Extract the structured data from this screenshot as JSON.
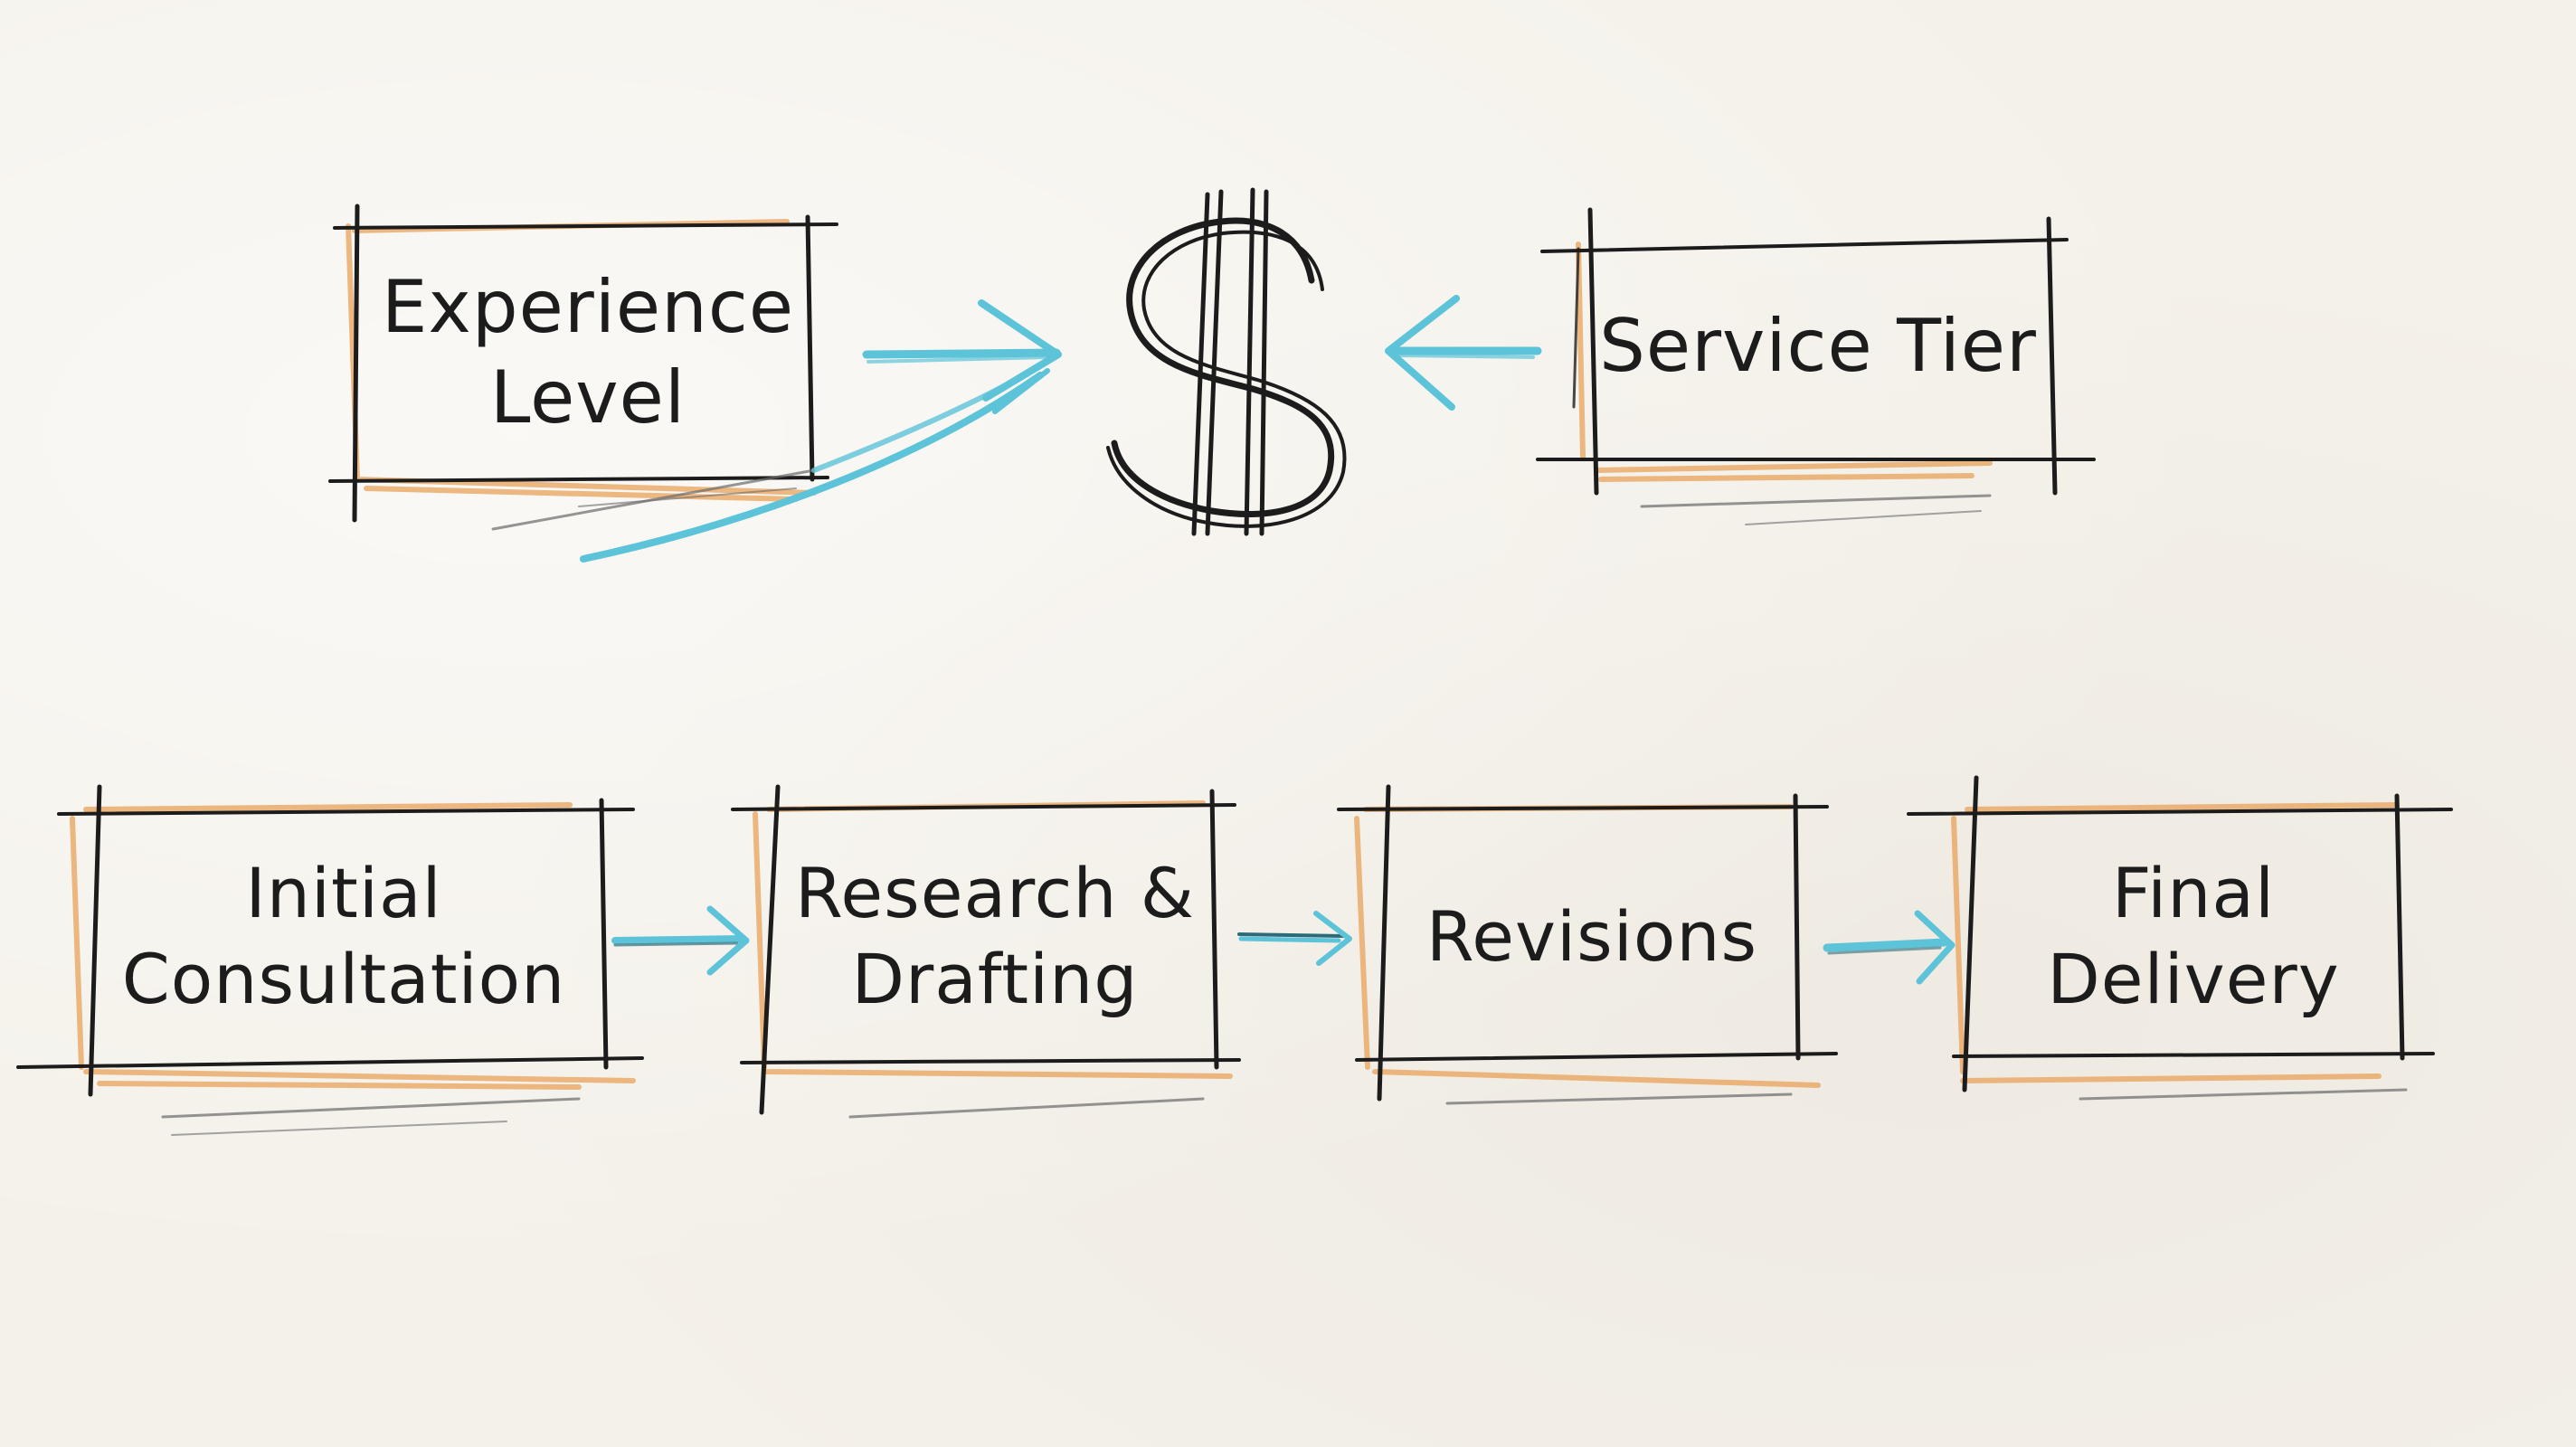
{
  "center_symbol": "$",
  "top_factors": [
    {
      "id": "experience",
      "lines": [
        "Experience",
        "Level"
      ]
    },
    {
      "id": "tier",
      "lines": [
        "Service Tier"
      ]
    }
  ],
  "process_steps": [
    {
      "id": "initial",
      "lines": [
        "Initial",
        "Consultation"
      ]
    },
    {
      "id": "research",
      "lines": [
        "Research &",
        "Drafting"
      ]
    },
    {
      "id": "revisions",
      "lines": [
        "Revisions"
      ]
    },
    {
      "id": "final",
      "lines": [
        "Final",
        "Delivery"
      ]
    }
  ],
  "colors": {
    "paper": "#f4f1ea",
    "ink": "#1c1c1c",
    "orange_shade": "#e8a25a",
    "arrow_blue": "#5cc3d8",
    "pencil_gray": "#6a6a6a"
  }
}
